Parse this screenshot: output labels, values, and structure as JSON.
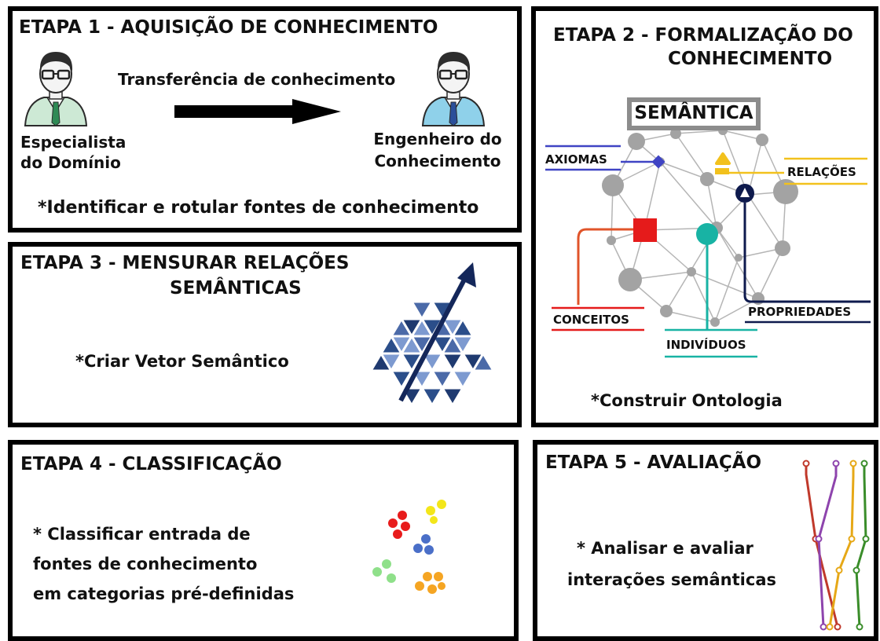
{
  "stage1": {
    "title": "ETAPA 1 - AQUISIÇÃO DE CONHECIMENTO",
    "transfer_label": "Transferência de conhecimento",
    "specialist_line1": "Especialista",
    "specialist_line2": "do Domínio",
    "engineer_line1": "Engenheiro do",
    "engineer_line2": "Conhecimento",
    "task": "*Identificar e rotular fontes de conhecimento"
  },
  "stage2": {
    "title_line1": "ETAPA 2 - FORMALIZAÇÃO DO",
    "title_line2": "CONHECIMENTO",
    "semantic_box": "SEMÂNTICA",
    "labels": {
      "axiomas": "AXIOMAS",
      "relacoes": "RELAÇÕES",
      "conceitos": "CONCEITOS",
      "propriedades": "PROPRIEDADES",
      "individuos": "INDIVÍDUOS"
    },
    "task": "*Construir Ontologia",
    "colors": {
      "axiomas": "#3f44c4",
      "relacoes": "#f2c11d",
      "conceitos": "#e51b1b",
      "propriedades": "#0e1a4d",
      "individuos": "#18b3a4"
    }
  },
  "stage3": {
    "title_line1": "ETAPA 3 - MENSURAR  RELAÇÕES",
    "title_line2": "SEMÂNTICAS",
    "task": "*Criar Vetor Semântico"
  },
  "stage4": {
    "title": "ETAPA 4 - CLASSIFICAÇÃO",
    "task_line1": "* Classificar entrada de",
    "task_line2": "fontes de conhecimento",
    "task_line3": "em categorias pré-definidas"
  },
  "stage5": {
    "title": "ETAPA 5 - AVALIAÇÃO",
    "task_line1": "* Analisar e avaliar",
    "task_line2": "interações semânticas"
  }
}
